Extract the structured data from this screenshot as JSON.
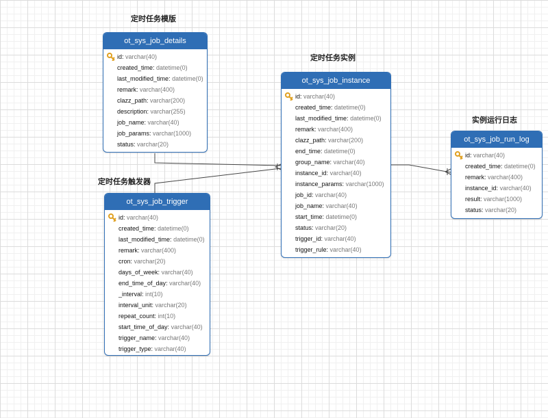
{
  "colors": {
    "header": "#2f6eb5",
    "border": "#2f6eb5",
    "key": "#e0a020",
    "line": "#444444"
  },
  "captions": {
    "details": "定时任务模版",
    "trigger": "定时任务触发器",
    "instance": "定时任务实例",
    "run_log": "实例运行日志"
  },
  "tables": {
    "details": {
      "name": "ot_sys_job_details",
      "fields": [
        {
          "name": "id",
          "type": "varchar(40)",
          "pk": true
        },
        {
          "name": "created_time",
          "type": "datetime(0)"
        },
        {
          "name": "last_modified_time",
          "type": "datetime(0)"
        },
        {
          "name": "remark",
          "type": "varchar(400)"
        },
        {
          "name": "clazz_path",
          "type": "varchar(200)"
        },
        {
          "name": "description",
          "type": "varchar(255)"
        },
        {
          "name": "job_name",
          "type": "varchar(40)"
        },
        {
          "name": "job_params",
          "type": "varchar(1000)"
        },
        {
          "name": "status",
          "type": "varchar(20)"
        }
      ]
    },
    "trigger": {
      "name": "ot_sys_job_trigger",
      "fields": [
        {
          "name": "id",
          "type": "varchar(40)",
          "pk": true
        },
        {
          "name": "created_time",
          "type": "datetime(0)"
        },
        {
          "name": "last_modified_time",
          "type": "datetime(0)"
        },
        {
          "name": "remark",
          "type": "varchar(400)"
        },
        {
          "name": "cron",
          "type": "varchar(20)"
        },
        {
          "name": "days_of_week",
          "type": "varchar(40)"
        },
        {
          "name": "end_time_of_day",
          "type": "varchar(40)"
        },
        {
          "name": "_interval",
          "type": "int(10)"
        },
        {
          "name": "interval_unit",
          "type": "varchar(20)"
        },
        {
          "name": "repeat_count",
          "type": "int(10)"
        },
        {
          "name": "start_time_of_day",
          "type": "varchar(40)"
        },
        {
          "name": "trigger_name",
          "type": "varchar(40)"
        },
        {
          "name": "trigger_type",
          "type": "varchar(40)"
        }
      ]
    },
    "instance": {
      "name": "ot_sys_job_instance",
      "fields": [
        {
          "name": "id",
          "type": "varchar(40)",
          "pk": true
        },
        {
          "name": "created_time",
          "type": "datetime(0)"
        },
        {
          "name": "last_modified_time",
          "type": "datetime(0)"
        },
        {
          "name": "remark",
          "type": "varchar(400)"
        },
        {
          "name": "clazz_path",
          "type": "varchar(200)"
        },
        {
          "name": "end_time",
          "type": "datetime(0)"
        },
        {
          "name": "group_name",
          "type": "varchar(40)"
        },
        {
          "name": "instance_id",
          "type": "varchar(40)"
        },
        {
          "name": "instance_params",
          "type": "varchar(1000)"
        },
        {
          "name": "job_id",
          "type": "varchar(40)"
        },
        {
          "name": "job_name",
          "type": "varchar(40)"
        },
        {
          "name": "start_time",
          "type": "datetime(0)"
        },
        {
          "name": "status",
          "type": "varchar(20)"
        },
        {
          "name": "trigger_id",
          "type": "varchar(40)"
        },
        {
          "name": "trigger_rule",
          "type": "varchar(40)"
        }
      ]
    },
    "run_log": {
      "name": "ot_sys_job_run_log",
      "fields": [
        {
          "name": "id",
          "type": "varchar(40)",
          "pk": true
        },
        {
          "name": "created_time",
          "type": "datetime(0)"
        },
        {
          "name": "remark",
          "type": "varchar(400)"
        },
        {
          "name": "instance_id",
          "type": "varchar(40)"
        },
        {
          "name": "result",
          "type": "varchar(1000)"
        },
        {
          "name": "status",
          "type": "varchar(20)"
        }
      ]
    }
  }
}
